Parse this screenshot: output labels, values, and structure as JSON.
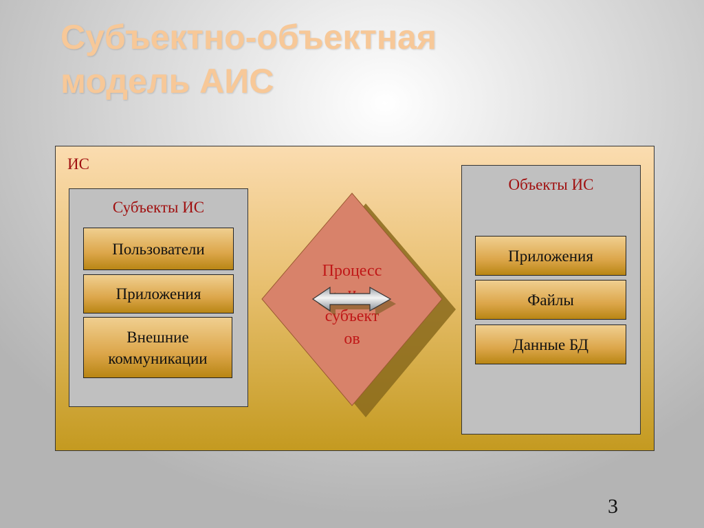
{
  "title": {
    "line1": "Субъектно-объектная",
    "line2": "модель АИС"
  },
  "system": {
    "label": "ИС"
  },
  "subjects": {
    "label": "Субъекты ИС",
    "items": [
      "Пользователи",
      "Приложения",
      "Внешние коммуникации"
    ]
  },
  "process": {
    "lines": [
      "Процесс",
      "и",
      "субъект",
      "ов"
    ],
    "arrow": "double-arrow-icon"
  },
  "objects": {
    "label": "Объекты ИС",
    "items": [
      "Приложения",
      "Файлы",
      "Данные БД"
    ]
  },
  "page_number": "3",
  "colors": {
    "title": "#f7c898",
    "label": "#a01010",
    "diamond": "#d8826a"
  }
}
